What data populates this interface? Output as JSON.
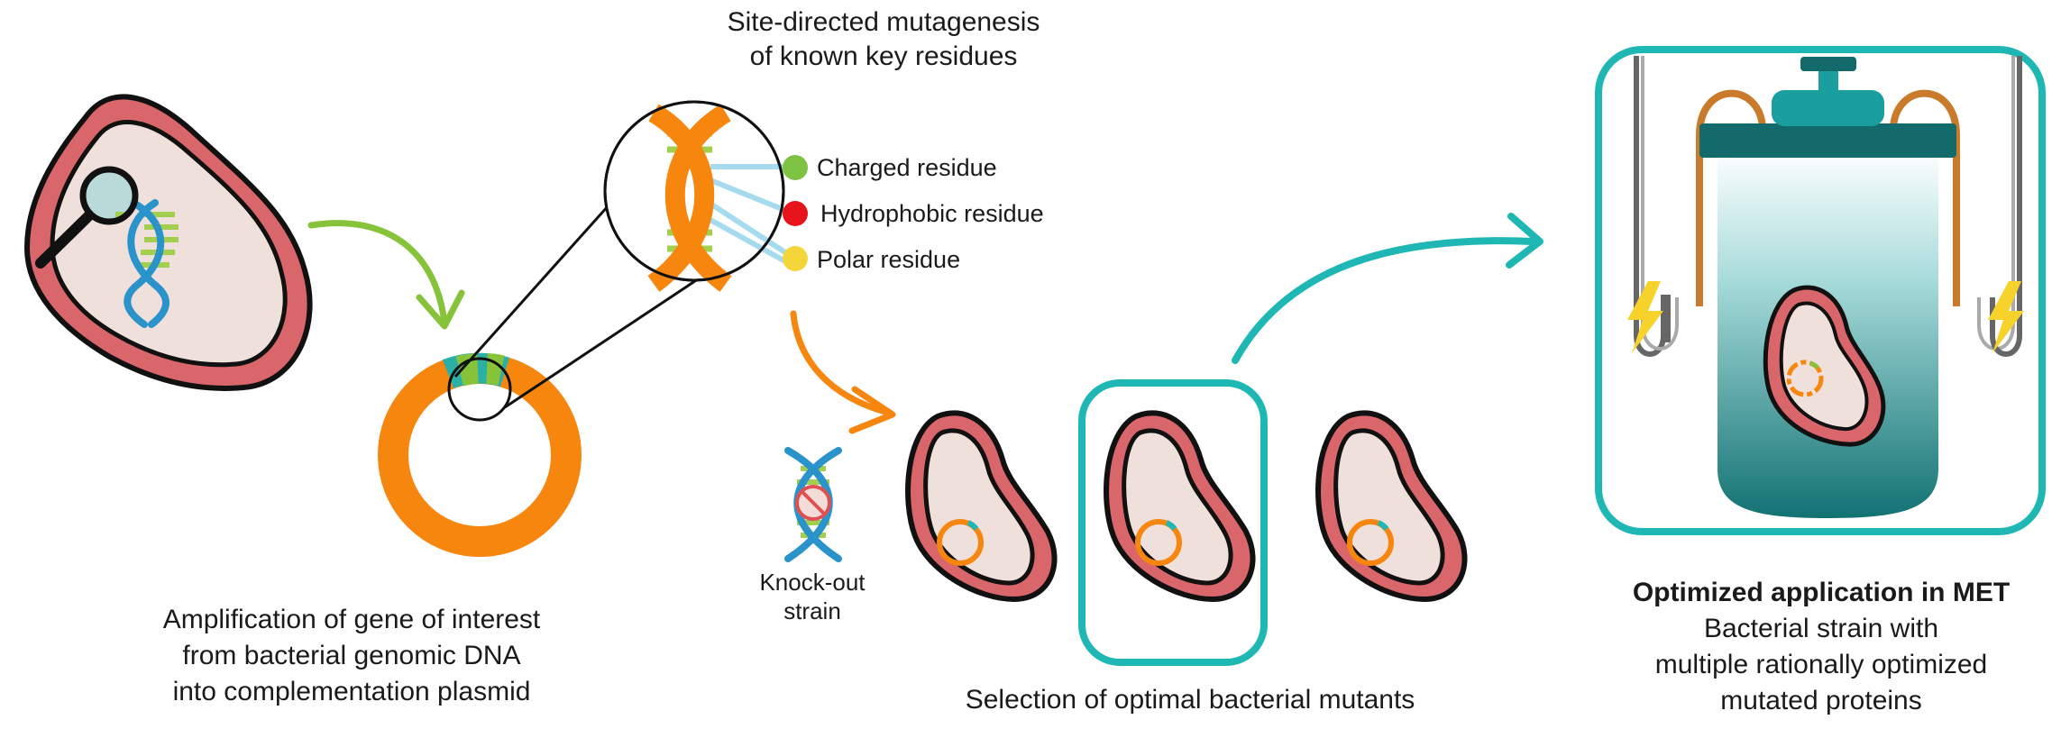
{
  "labels": {
    "amplification": [
      "Amplification of gene of interest",
      "from bacterial genomic DNA",
      "into complementation plasmid"
    ],
    "mutagenesis": [
      "Site-directed mutagenesis",
      "of known key residues"
    ],
    "knockout": [
      "Knock-out",
      "strain"
    ],
    "selection": "Selection of optimal bacterial mutants",
    "application_title": "Optimized application in MET",
    "application_desc": [
      "Bacterial strain with",
      "multiple rationally optimized",
      "mutated proteins"
    ]
  },
  "legend": [
    {
      "label": "Charged residue",
      "color": "#7dc242"
    },
    {
      "label": "Hydrophobic residue",
      "color": "#e8141b"
    },
    {
      "label": "Polar residue",
      "color": "#f4d63a"
    }
  ],
  "colors": {
    "cell_wall": "#d9666a",
    "cell_body": "#efe0dc",
    "plasmid": "#f7860f",
    "teal": "#1fb7b4",
    "green_arrow": "#86c33a",
    "orange_arrow": "#f7860f",
    "dna_blue": "#2a93c9",
    "dna_green": "#a3cf4f",
    "reactor_dark": "#136a6a",
    "electrode": "#c97a2a",
    "bolt": "#f7d22b"
  }
}
